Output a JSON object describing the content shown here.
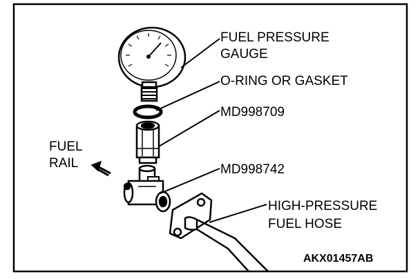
{
  "labels": {
    "fuel_pressure_gauge": {
      "line1": "FUEL PRESSURE",
      "line2": "GAUGE"
    },
    "o_ring": "O-RING OR GASKET",
    "adapter_upper": "MD998709",
    "adapter_lower": "MD998742",
    "fuel_rail": {
      "line1": "FUEL",
      "line2": "RAIL"
    },
    "high_pressure_hose": {
      "line1": "HIGH-PRESSURE",
      "line2": "FUEL HOSE"
    }
  },
  "figure_code": "AKX01457AB"
}
